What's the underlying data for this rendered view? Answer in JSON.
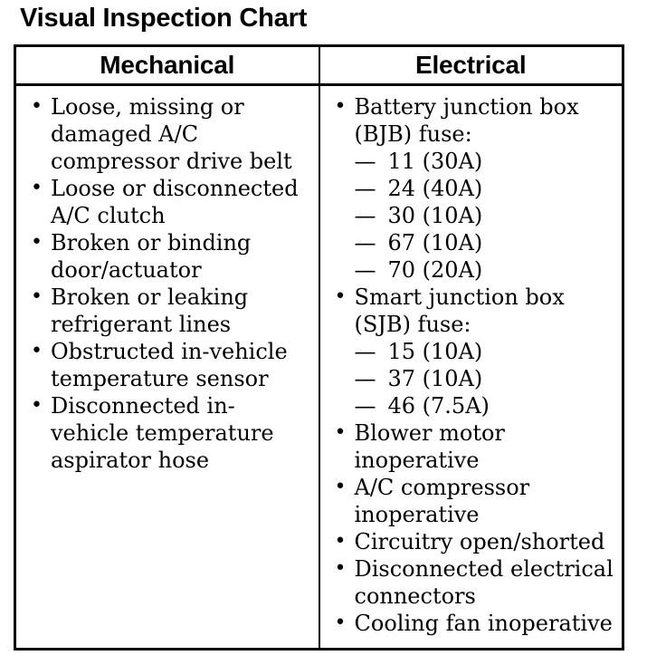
{
  "title": "Visual Inspection Chart",
  "glyphs": {
    "bullet": "•",
    "dash": "—"
  },
  "table": {
    "headers": [
      "Mechanical",
      "Electrical"
    ],
    "mechanical": [
      "Loose, missing or damaged A/C compressor drive belt",
      "Loose or disconnected A/C clutch",
      "Broken or binding door/actuator",
      "Broken or leaking refrigerant lines",
      "Obstructed in-vehicle temperature sensor",
      "Disconnected in-vehicle temperature aspirator hose"
    ],
    "electrical": [
      {
        "text": "Battery junction box (BJB) fuse:",
        "subs": [
          "11 (30A)",
          "24 (40A)",
          "30 (10A)",
          "67 (10A)",
          "70 (20A)"
        ]
      },
      {
        "text": "Smart junction box (SJB) fuse:",
        "subs": [
          "15 (10A)",
          "37 (10A)",
          "46 (7.5A)"
        ]
      },
      {
        "text": "Blower motor inoperative",
        "subs": []
      },
      {
        "text": "A/C compressor inoperative",
        "subs": []
      },
      {
        "text": "Circuitry open/shorted",
        "subs": []
      },
      {
        "text": "Disconnected electrical connectors",
        "subs": []
      },
      {
        "text": "Cooling fan inoperative",
        "subs": []
      }
    ]
  }
}
